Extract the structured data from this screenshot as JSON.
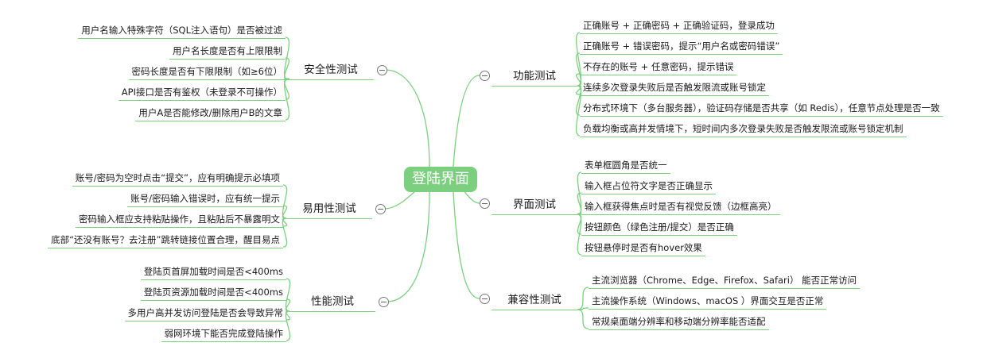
{
  "center": "登陆界面",
  "left": [
    {
      "title": "安全性测试",
      "leaves": [
        "用户名输入特殊字符（SQL注入语句）是否被过滤",
        "用户名长度是否有上限限制",
        "密码长度是否有下限限制（如≥6位）",
        "API接口是否有鉴权（未登录不可操作）",
        "用户A是否能修改/删除用户B的文章"
      ]
    },
    {
      "title": "易用性测试",
      "leaves": [
        "账号/密码为空时点击“提交”，应有明确提示必填项",
        "账号/密码输入错误时，应有统一提示",
        "密码输入框应支持粘贴操作，且粘贴后不暴露明文",
        "底部“还没有账号？去注册”跳转链接位置合理，醒目易点"
      ]
    },
    {
      "title": "性能测试",
      "leaves": [
        "登陆页首屏加载时间是否<400ms",
        "登陆页资源加载时间是否<400ms",
        "多用户高并发访问登陆是否会导致异常",
        "弱网环境下能否完成登陆操作"
      ]
    }
  ],
  "right": [
    {
      "title": "功能测试",
      "leaves": [
        "正确账号 + 正确密码 + 正确验证码，登录成功",
        "正确账号 + 错误密码，提示“用户名或密码错误”",
        "不存在的账号 + 任意密码，提示错误",
        "连续多次登录失败后是否触发限流或账号锁定",
        "分布式环境下（多台服务器），验证码存储是否共享（如 Redis），任意节点处理是否一致",
        "负载均衡或高并发情境下，短时间内多次登录失败是否触发限流或账号锁定机制"
      ]
    },
    {
      "title": "界面测试",
      "leaves": [
        "表单框圆角是否统一",
        "输入框占位符文字是否正确显示",
        "输入框获得焦点时是否有视觉反馈（边框高亮）",
        "按钮颜色（绿色注册/提交）是否正确",
        "按钮悬停时是否有hover效果"
      ]
    },
    {
      "title": "兼容性测试",
      "leaves": [
        "主流浏览器（Chrome、Edge、Firefox、Safari） 能否正常访问",
        "主流操作系统（Windows、macOS ）界面交互是否正常",
        "常规桌面端分辨率和移动端分辨率能否适配"
      ]
    }
  ],
  "colors": {
    "accent": "#7ccf7f",
    "line": "#7ccf7f",
    "center_text": "#ffffff"
  }
}
